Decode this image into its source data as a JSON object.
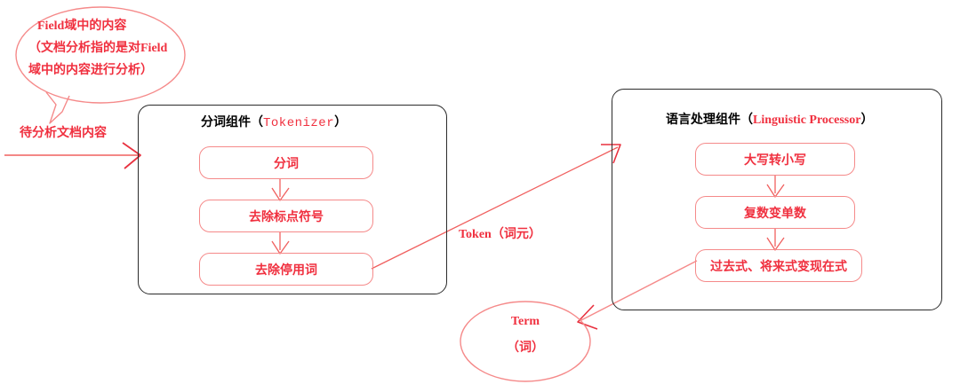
{
  "diagram": {
    "title_semantic": "lucene-analysis-pipeline",
    "colors": {
      "accent_red": "#f0303f",
      "light_red_stroke": "#f58a8a",
      "panel_stroke": "#2b2b2b",
      "background": "#ffffff"
    },
    "callout_bubble": {
      "lines": [
        "Field域中的内容",
        "（文档分析指的是对Field",
        "域中的内容进行分析）"
      ]
    },
    "input_label": "待分析文档内容",
    "panels": [
      {
        "id": "tokenizer",
        "title_cn": "分词组件",
        "title_open_paren": "（",
        "title_en": "Tokenizer",
        "title_close_paren": "）",
        "steps": [
          "分词",
          "去除标点符号",
          "去除停用词"
        ]
      },
      {
        "id": "linguistic-processor",
        "title_cn": "语言处理组件",
        "title_open_paren": "（",
        "title_en": "Linguistic Processor",
        "title_close_paren": "）",
        "steps": [
          "大写转小写",
          "复数变单数",
          "过去式、将来式变现在式"
        ]
      }
    ],
    "edge_labels": {
      "token": "Token（词元）"
    },
    "output_node": {
      "line1": "Term",
      "line2": "（词）"
    }
  }
}
